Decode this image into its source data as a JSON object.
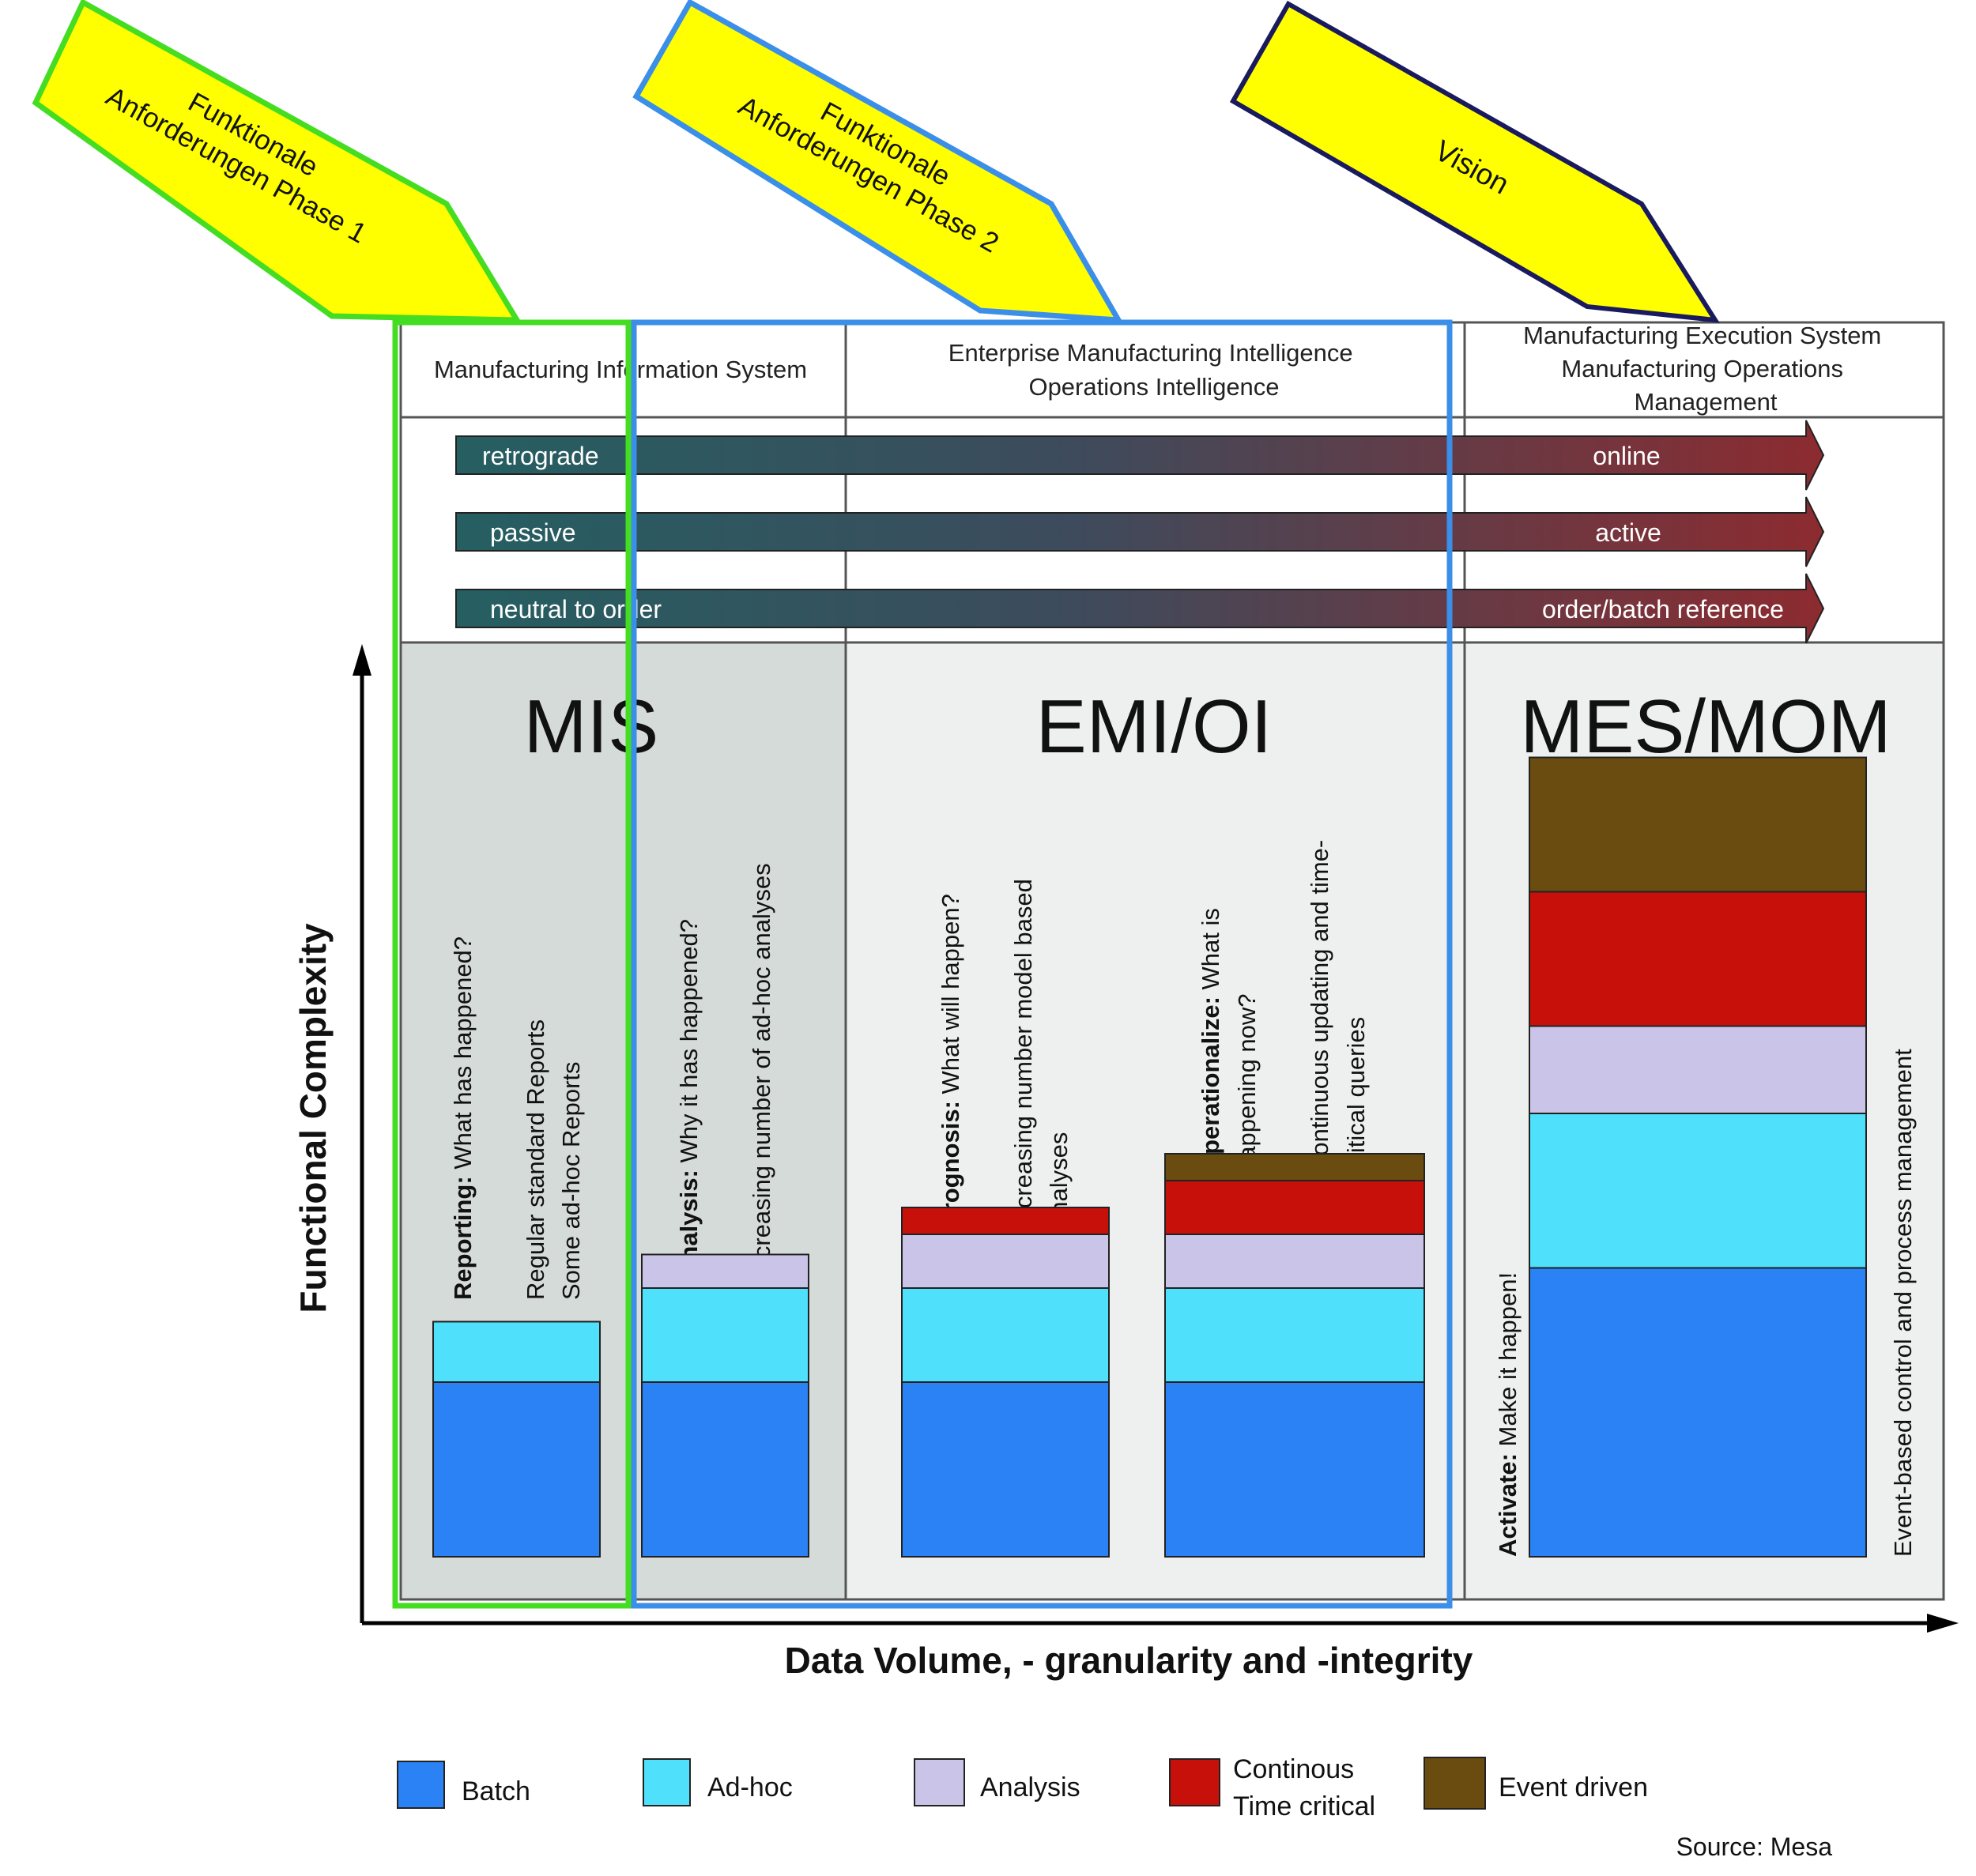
{
  "phase_arrows": [
    {
      "lines": [
        "Funktionale",
        "Anforderungen Phase 1"
      ],
      "border": "#44dd22",
      "fill": "#ffff00"
    },
    {
      "lines": [
        "Funktionale",
        "Anforderungen Phase 2"
      ],
      "border": "#3b8fe8",
      "fill": "#ffff00"
    },
    {
      "lines": [
        "Vision"
      ],
      "border": "#1a1a5e",
      "fill": "#ffff00"
    }
  ],
  "columns": [
    {
      "header": [
        "Manufacturing Information System"
      ],
      "title": "MIS",
      "bg": "#d5dbd8"
    },
    {
      "header": [
        "Enterprise Manufacturing Intelligence",
        "Operations Intelligence"
      ],
      "title": "EMI/OI",
      "bg": "#edf0ee"
    },
    {
      "header": [
        "Manufacturing Execution System",
        "Manufacturing Operations",
        "Management"
      ],
      "title": "MES/MOM",
      "bg": "#edf0ee"
    }
  ],
  "gradient_arrows": [
    {
      "from": "retrograde",
      "to": "online"
    },
    {
      "from": "passive",
      "to": "active"
    },
    {
      "from": "neutral to order",
      "to": "order/batch reference"
    }
  ],
  "descriptions": [
    {
      "bold": "Reporting:",
      "rest": " What has happened?",
      "detail": [
        "Regular standard Reports",
        "Some ad-hoc Reports"
      ]
    },
    {
      "bold": "Analysis:",
      "rest": " Why it has happened?",
      "detail": [
        "Increasing number of ad-hoc analyses"
      ]
    },
    {
      "bold": "Prognosis:",
      "rest": " What will happen?",
      "detail": [
        "Increasing number model based",
        "analyses"
      ]
    },
    {
      "bold": "Operationalize:",
      "rest": " What is",
      "rest2": "happening now?",
      "detail": [
        "Continuous updating and time-",
        "critical queries"
      ]
    },
    {
      "bold": "Activate:",
      "rest": " Make it happen!",
      "detail": [
        "Event-based control and process management"
      ]
    }
  ],
  "chart_data": {
    "type": "bar",
    "stacked": true,
    "categories": [
      "Reporting",
      "Analysis",
      "Prognosis",
      "Operationalize",
      "Activate"
    ],
    "series": [
      {
        "name": "Batch",
        "color": "#2b82f5",
        "values": [
          2.6,
          2.6,
          2.6,
          2.6,
          4.3
        ]
      },
      {
        "name": "Ad-hoc",
        "color": "#4fe0fb",
        "values": [
          0.9,
          1.4,
          1.4,
          1.4,
          2.3
        ]
      },
      {
        "name": "Analysis",
        "color": "#c9c4e8",
        "values": [
          0,
          0.5,
          0.8,
          0.8,
          1.3
        ]
      },
      {
        "name": "Continous Time critical",
        "color": "#c8100a",
        "values": [
          0,
          0,
          0.4,
          0.8,
          2.0
        ]
      },
      {
        "name": "Event driven",
        "color": "#6b4c10",
        "values": [
          0,
          0,
          0,
          0.4,
          2.0
        ]
      }
    ],
    "xlabel": "Data Volume, - granularity and -integrity",
    "ylabel": "Functional Complexity"
  },
  "legend": [
    {
      "lines": [
        "Batch"
      ],
      "color": "#2b82f5"
    },
    {
      "lines": [
        "Ad-hoc"
      ],
      "color": "#4fe0fb"
    },
    {
      "lines": [
        "Analysis"
      ],
      "color": "#c9c4e8"
    },
    {
      "lines": [
        "Continous",
        "Time critical"
      ],
      "color": "#c8100a"
    },
    {
      "lines": [
        "Event driven"
      ],
      "color": "#6b4c10"
    }
  ],
  "source": "Source: Mesa"
}
